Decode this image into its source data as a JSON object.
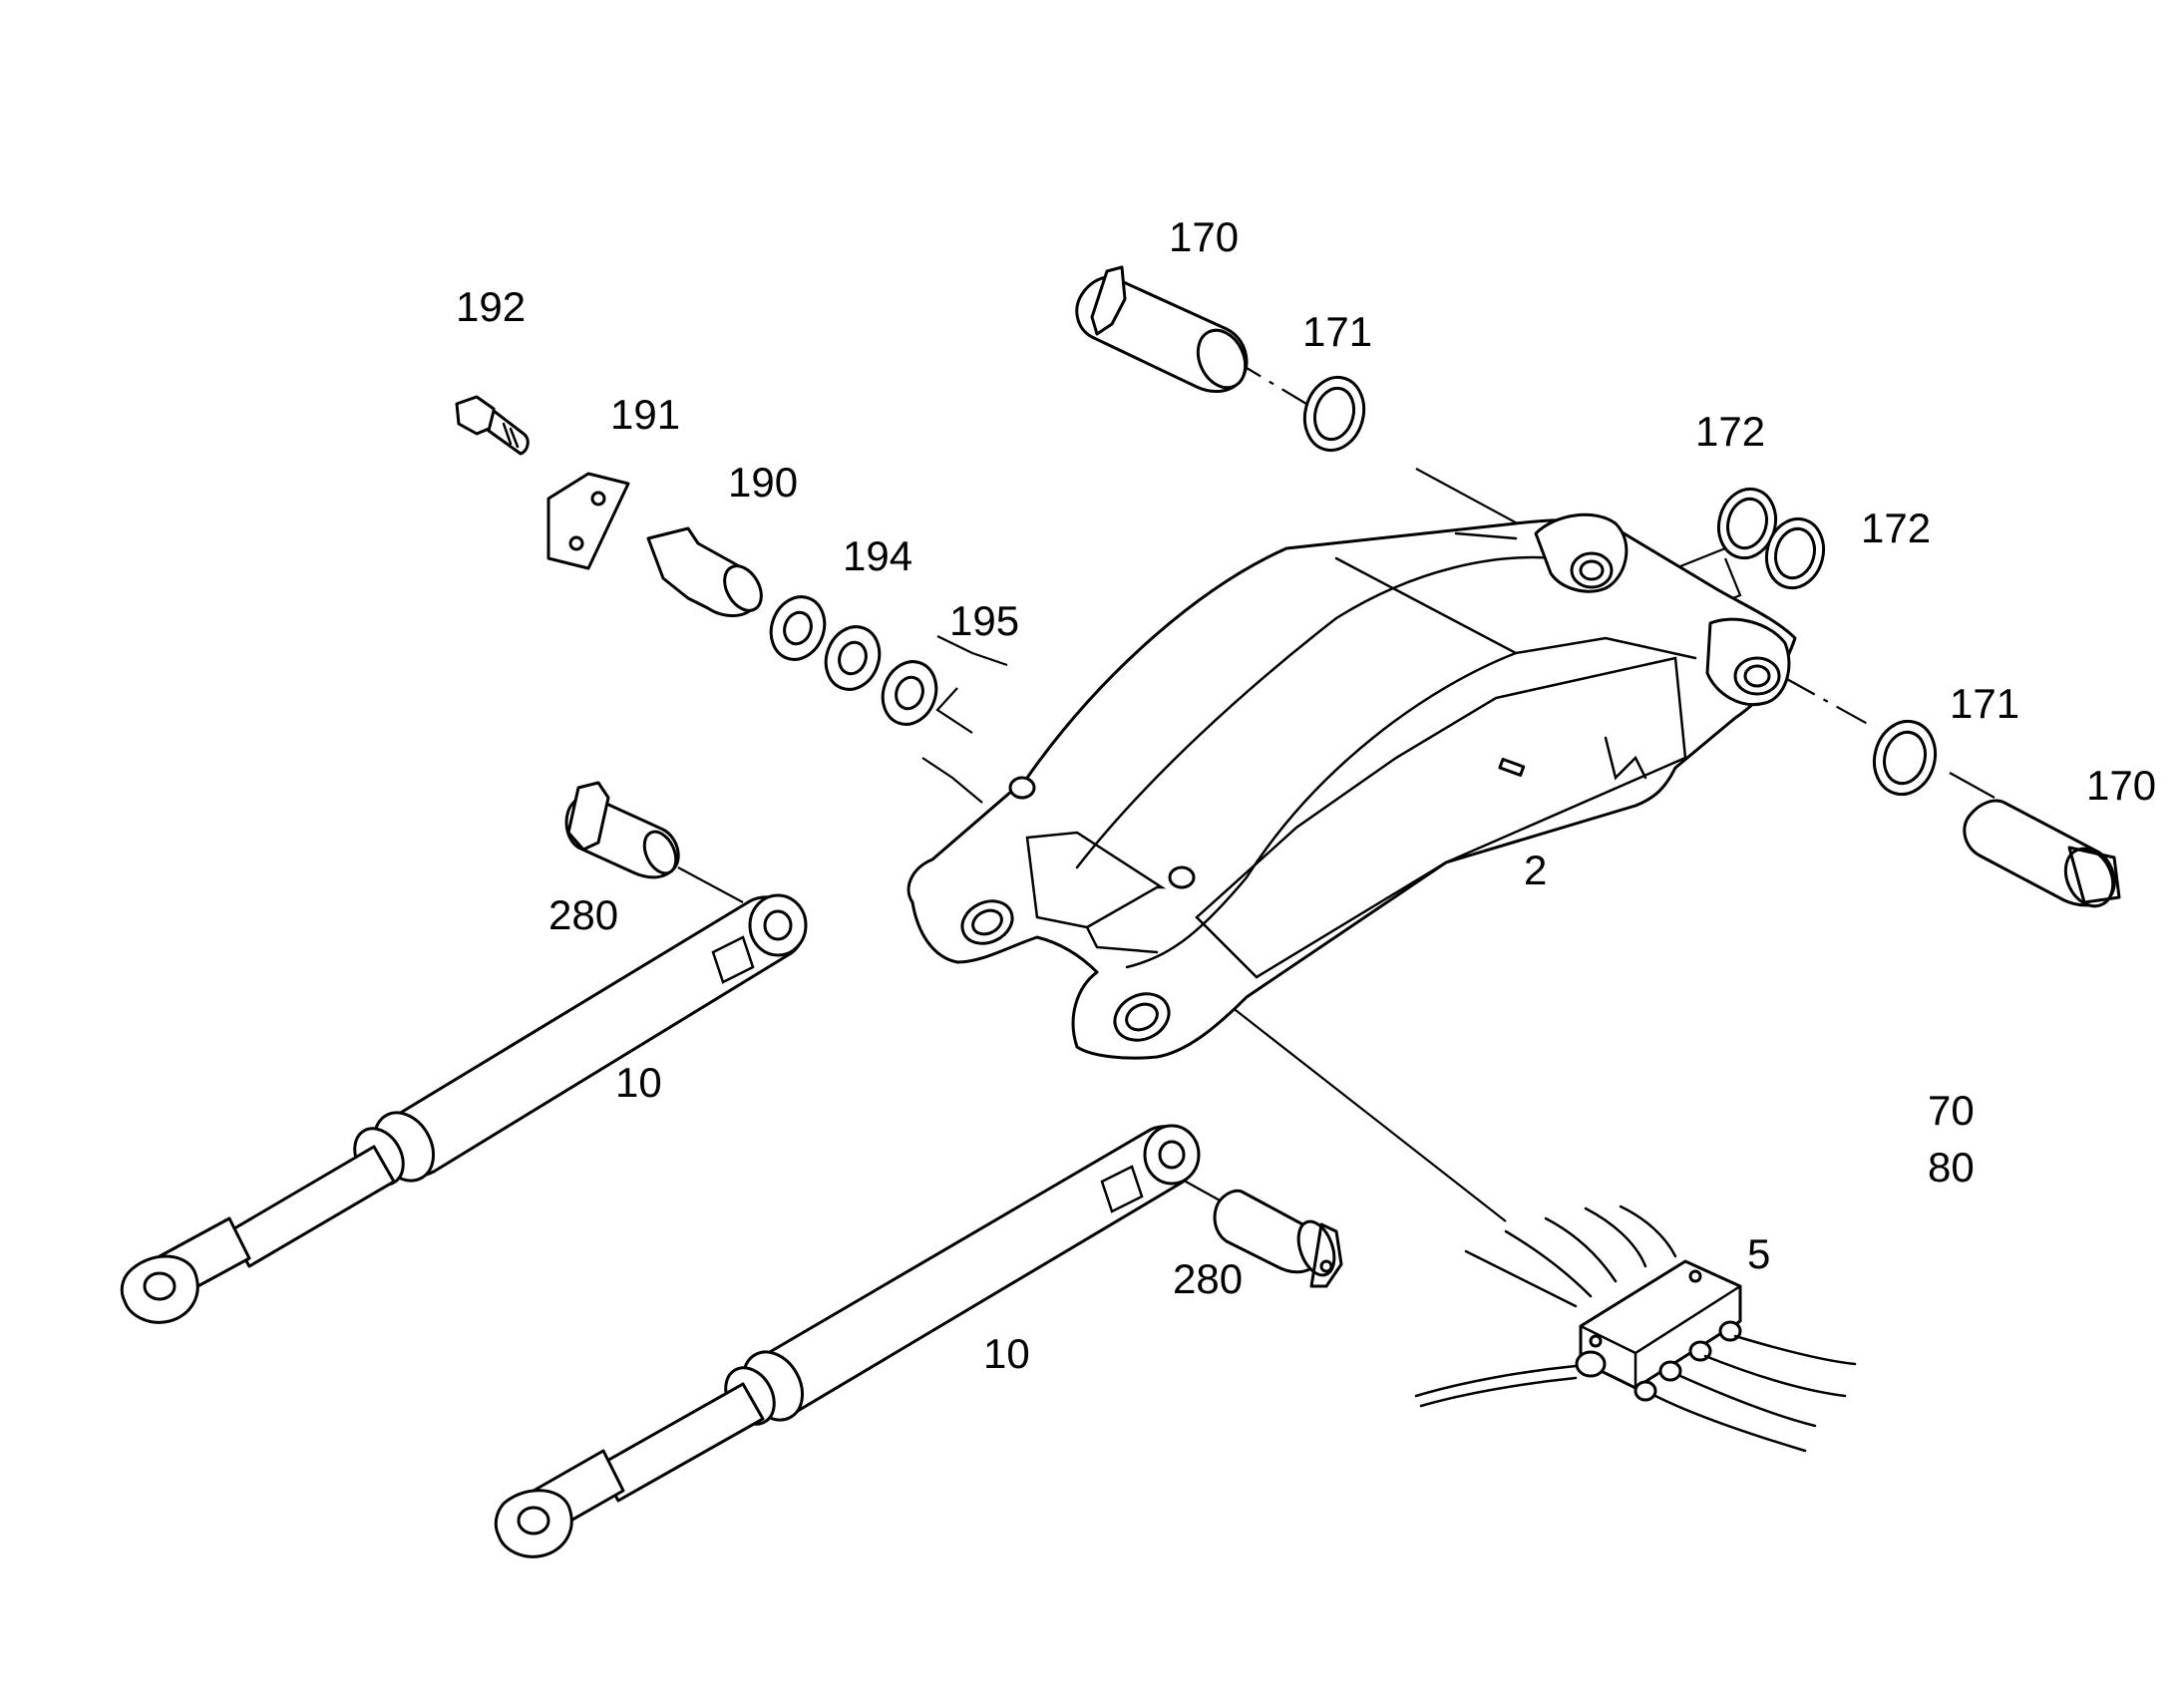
{
  "diagram": {
    "colors": {
      "line": "#000000",
      "background": "#ffffff"
    },
    "callouts": {
      "pin_170_top": "170",
      "washer_171_top": "171",
      "shim_172_a": "172",
      "shim_172_b": "172",
      "washer_171_right": "171",
      "pin_170_right": "170",
      "bolt_192": "192",
      "plate_191": "191",
      "pin_190": "190",
      "washer_194": "194",
      "washer_195": "195",
      "boom_2": "2",
      "pin_280_left": "280",
      "cylinder_10_left": "10",
      "cylinder_10_right": "10",
      "pin_280_right": "280",
      "item_70": "70",
      "item_80": "80",
      "grease_block_5": "5"
    }
  }
}
